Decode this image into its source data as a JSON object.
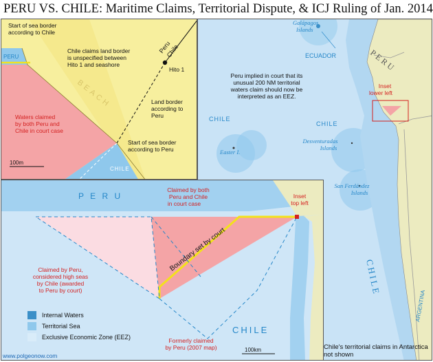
{
  "title": "PERU VS. CHILE:  Maritime Claims, Territorial Dispute, & ICJ Ruling of Jan. 2014",
  "colors": {
    "internal_waters": "#3a8fc8",
    "territorial_sea": "#8fc8ec",
    "eez": "#c9e3f6",
    "beach": "#f7ef9e",
    "disputed_area": "#f4a4a6",
    "awarded_area": "#fbdce2",
    "land": "#ecebc0",
    "label_red": "#d42020",
    "label_blue": "#2486c8",
    "court_boundary": "#f3e21a"
  },
  "inset_top": {
    "sea_border_chile_label": "Start of sea border according to Chile",
    "chile_land_claim_label": "Chile claims land border is unspecified between Hito 1 and seashore",
    "hito_label": "Hito 1",
    "land_border_peru_label": "Land border according to Peru",
    "sea_border_peru_label": "Start of sea border according to Peru",
    "waters_claimed_label": "Waters claimed by both Peru and Chile in court case",
    "beach_label": "BEACH",
    "peru_label": "PERU",
    "chile_label": "CHILE",
    "peru_rotated": "Peru",
    "chile_rotated": "Chile",
    "scale_label": "100m"
  },
  "main_map": {
    "galapagos_label": "Galápagos Islands",
    "ecuador_label": "ECUADOR",
    "peru_label": "PERU",
    "eez_note": "Peru implied in court that its unusual 200 NM territorial waters claim should now be interpreted as an EEZ.",
    "inset_label": "Inset lower left",
    "chile_label_1": "CHILE",
    "chile_label_2": "CHILE",
    "chile_label_3": "CHILE",
    "easter_label": "Easter I.",
    "desventuradas_label": "Desventuradas Islands",
    "fernandez_label": "San Ferdández Islands",
    "argentina_label": "ARGENTINA"
  },
  "inset_bottom": {
    "peru_label": "P E R U",
    "chile_label": "CHILE",
    "claimed_both_label": "Claimed by both Peru and Chile in court case",
    "inset_top_label": "Inset top left",
    "boundary_label": "Boundary set by court",
    "claimed_peru_label": "Claimed by Peru, considered high seas by Chile (awarded to Peru by court)",
    "formerly_label": "Formerly claimed by Peru (2007 map)",
    "scale_label": "100km"
  },
  "legend": [
    {
      "label": "Internal Waters",
      "color": "#3a8fc8"
    },
    {
      "label": "Territorial Sea",
      "color": "#8fc8ec"
    },
    {
      "label": "Exclusive Economic Zone (EEZ)",
      "color": "#c9e3f6"
    }
  ],
  "credit": "www.polgeonow.com",
  "antarctic_note": "Chile's territorial claims in Antarctica not shown"
}
